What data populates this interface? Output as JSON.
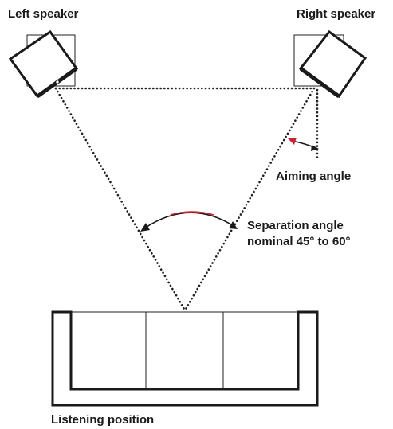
{
  "labels": {
    "left_speaker": "Left speaker",
    "right_speaker": "Right speaker",
    "aiming_angle": "Aiming angle",
    "separation_line1": "Separation angle",
    "separation_line2": "nominal 45° to 60°",
    "listening_position": "Listening position"
  },
  "colors": {
    "accent": "#cc2233"
  }
}
